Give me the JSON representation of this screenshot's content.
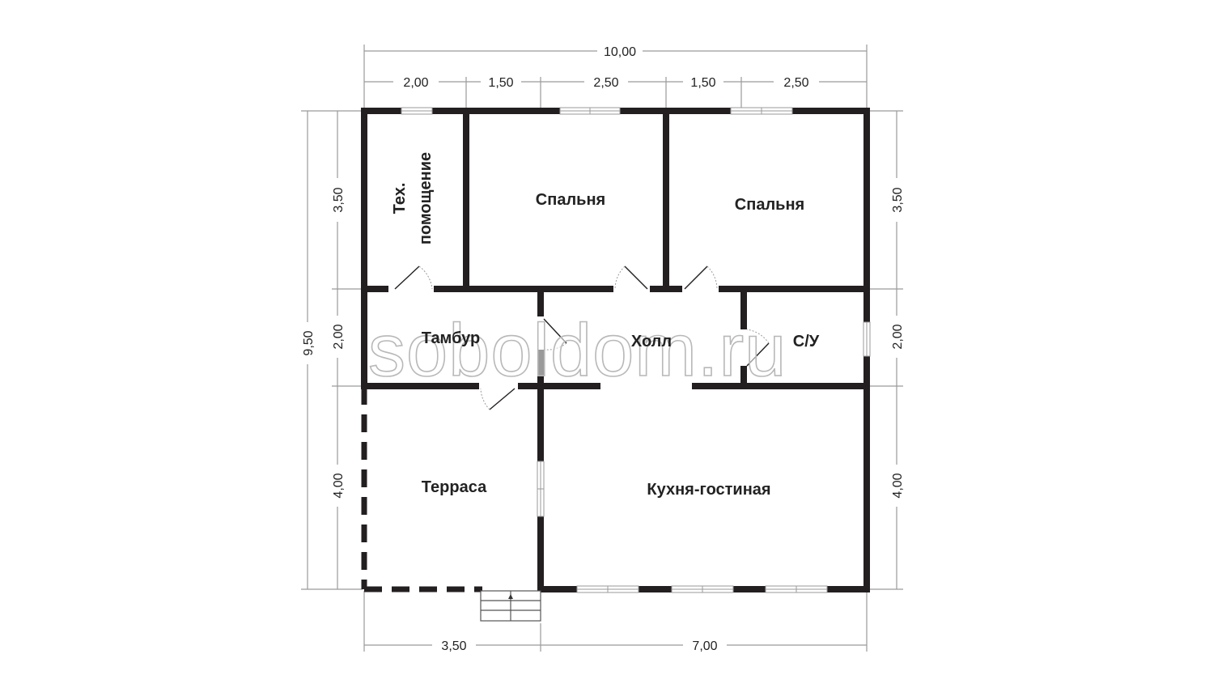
{
  "plan": {
    "overall_width": "10,00",
    "overall_height": "9,50",
    "top_dims": [
      "2,00",
      "1,50",
      "2,50",
      "1,50",
      "2,50"
    ],
    "bottom_dims": [
      "3,50",
      "7,00"
    ],
    "left_dims": [
      "3,50",
      "2,00",
      "4,00"
    ],
    "right_dims": [
      "3,50",
      "2,00",
      "4,00"
    ],
    "rooms": {
      "tech_line1": "Тех.",
      "tech_line2": "помощение",
      "bedroom_left": "Спальня",
      "bedroom_right": "Спальня",
      "vestibule": "Тамбур",
      "hall": "Холл",
      "bathroom": "С/У",
      "terrace": "Терраса",
      "kitchen_living": "Кухня-гостиная"
    },
    "watermark": "soboldom.ru"
  }
}
